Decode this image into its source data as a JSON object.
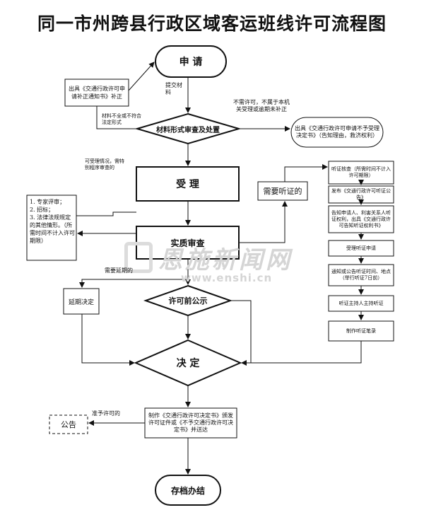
{
  "title": "同一市州跨县行政区域客运班线许可流程图",
  "nodes": {
    "apply": "申    请",
    "reissue_notice": "出具《交通行政许可申请补正通知书》补正",
    "submit": "提交材料",
    "incomplete": "材料不全或不符合法定形式",
    "formal_review": "材料形式审查及处置",
    "not_needed": "不需许可，不属于本机关受理或逾期未补正",
    "reject_notice": "出具《交通行政许可申请不予受理决定书》（告知理由，救济权利）",
    "special_procedure": "可受理情况，需特别程序审查的",
    "accept": "受    理",
    "special_list": "1. 专家评审；\n2. 招标；\n3. 法律法规规定的其他情形。（所需时间不计入许可期限）",
    "substantive": "实质审查",
    "need_hearing": "需要听证的",
    "need_extension": "需要延期的",
    "extension": "延期决定",
    "publicity": "许可前公示",
    "decision": "决    定",
    "approved": "准予许可的",
    "announce": "公告",
    "issue": "制作《交通行政许可决定书》颁发许可证件或《不予交通行政许可决定书》并送达",
    "archive": "存档办结"
  },
  "hearing_steps": [
    "听证核查（所需时间不计入许可期限）",
    "发布《交通行政许可听证公告》",
    "告知申请人、利害关系人听证权利，出具《交通行政许可告知听证权利书》",
    "受理听证申请",
    "通知或公告听证时间、地点（举行听证7日前）",
    "听证主持人主持听证",
    "制作听证笔录"
  ],
  "watermark": {
    "text": "恩施新闻网",
    "url": "www.enshi.cn"
  }
}
